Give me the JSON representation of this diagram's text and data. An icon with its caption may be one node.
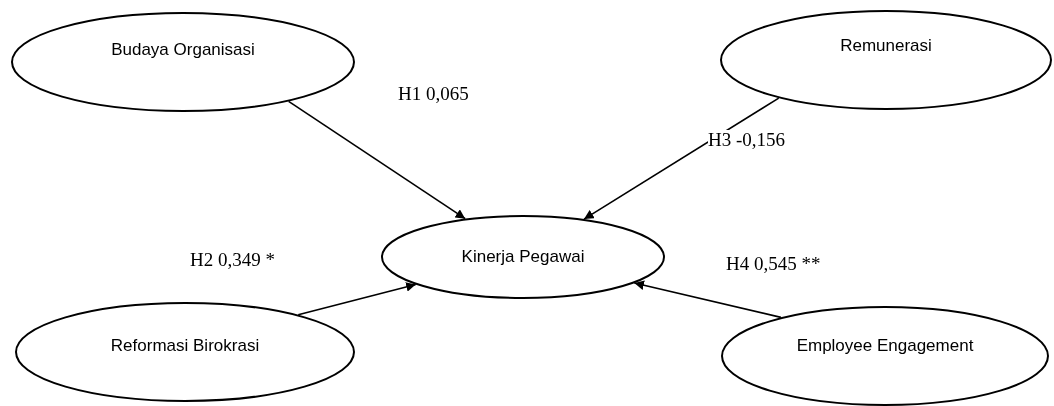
{
  "diagram": {
    "nodes": [
      {
        "text": [
          "Budaya Organisasi"
        ]
      },
      {
        "text": [
          "Remunerasi"
        ]
      },
      {
        "text": [
          "Kinerja Pegawai"
        ]
      },
      {
        "text": [
          "Reformasi Birokrasi"
        ]
      },
      {
        "text": [
          "Employee Engagement"
        ]
      }
    ],
    "edges": [
      {
        "from": 0,
        "to": 2,
        "arrow": "to",
        "label": "H1 0,065"
      },
      {
        "from": 1,
        "to": 2,
        "arrow": "to",
        "label": "H3 -0,156"
      },
      {
        "from": 3,
        "to": 2,
        "arrow": "to",
        "label": "H2 0,349 *"
      },
      {
        "from": 4,
        "to": 2,
        "arrow": "to",
        "label": "H4 0,545 **"
      }
    ]
  }
}
